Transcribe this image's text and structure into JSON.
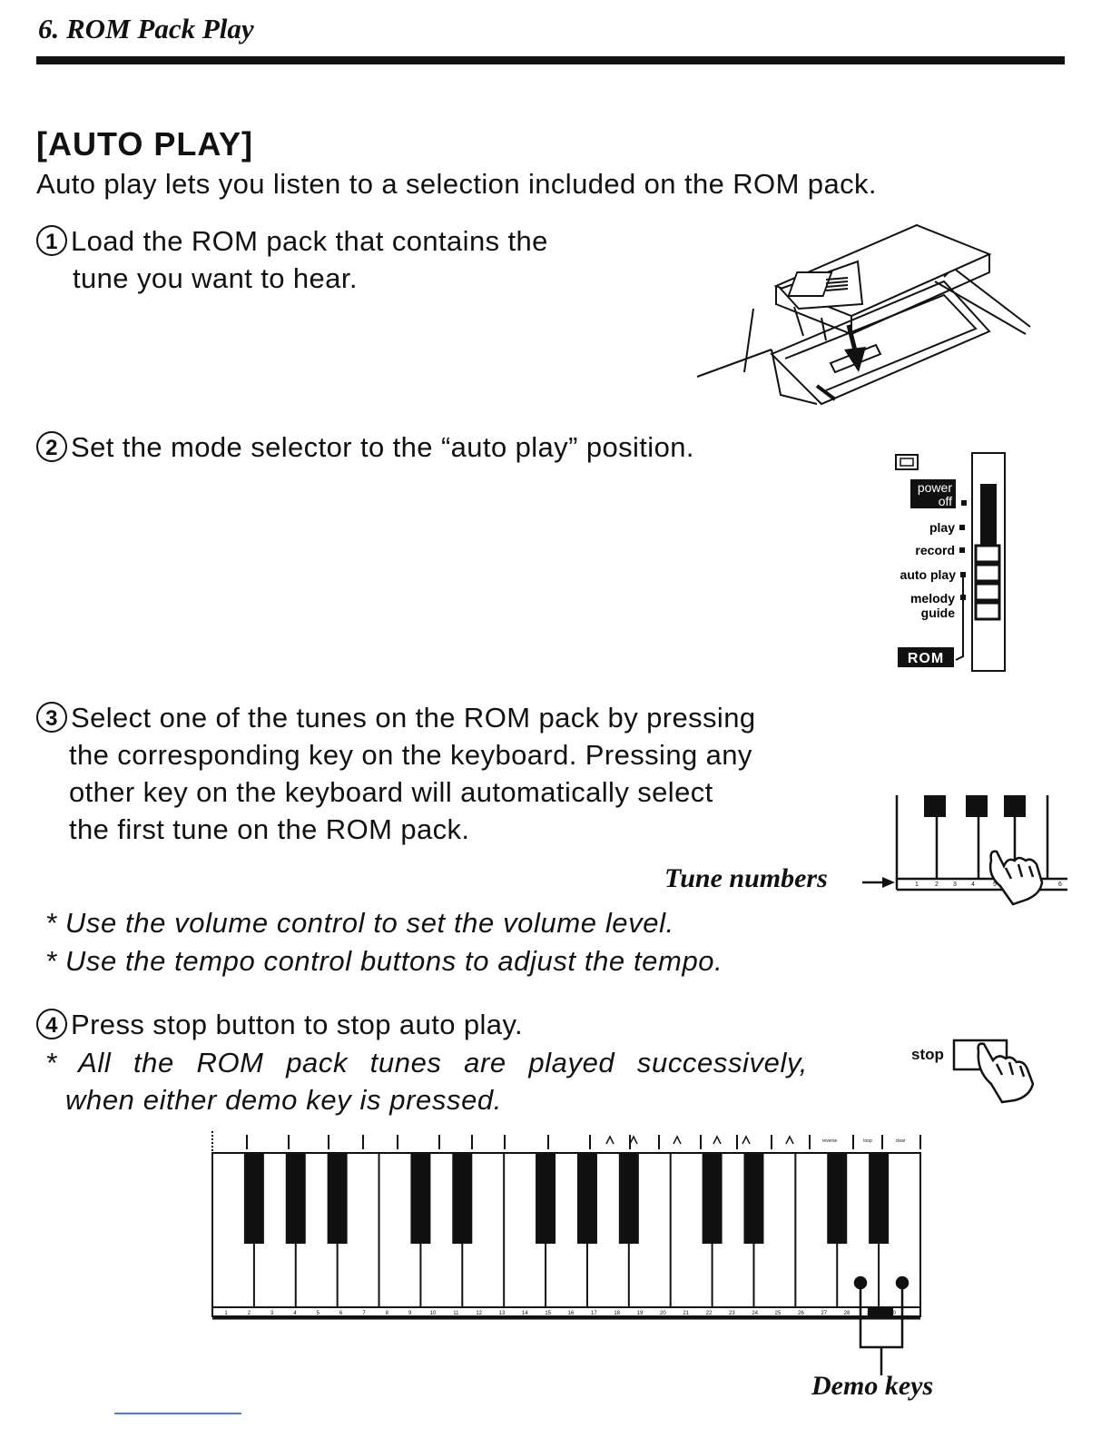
{
  "chapter_title": "6. ROM Pack Play",
  "section_title": "[AUTO PLAY]",
  "intro": "Auto play lets you listen to a selection included on the ROM pack.",
  "steps": [
    {
      "number": "1",
      "lines": [
        "Load the ROM pack that contains the",
        "tune you want to hear."
      ]
    },
    {
      "number": "2",
      "lines": [
        "Set the mode selector to the “auto play” position."
      ]
    },
    {
      "number": "3",
      "lines": [
        "Select one of the tunes on the ROM pack by pressing",
        "the corresponding key on the keyboard. Pressing any",
        "other key on the keyboard will automatically select",
        "the first tune on the ROM pack."
      ]
    },
    {
      "number": "4",
      "lines": [
        "Press stop button to stop auto play."
      ]
    }
  ],
  "notes": {
    "volume": "* Use the volume control to set the volume level.",
    "tempo": "* Use the tempo control buttons to adjust the tempo.",
    "demo": [
      "* All the ROM pack tunes are played successively,",
      "when either demo key is pressed."
    ]
  },
  "mode_selector": {
    "power": "power",
    "off": "off",
    "play": "play",
    "record": "record",
    "auto_play": "auto play",
    "melody": "melody",
    "guide": "guide",
    "rom": "ROM"
  },
  "tune_numbers_label": "Tune numbers",
  "stop_label": "stop",
  "demo_keys_label": "Demo keys",
  "panel_labels": [
    "reverse",
    "loop",
    "clear"
  ],
  "key_numbers": [
    "1",
    "2",
    "3",
    "4",
    "5",
    "6",
    "7",
    "8",
    "9",
    "10",
    "11",
    "12",
    "13",
    "14",
    "15",
    "16",
    "17",
    "18",
    "19",
    "20",
    "21",
    "22",
    "23",
    "24",
    "25",
    "26",
    "27",
    "28",
    "29",
    "30"
  ],
  "mini_key_numbers": [
    "1",
    "2",
    "3",
    "4",
    "5",
    "6"
  ]
}
